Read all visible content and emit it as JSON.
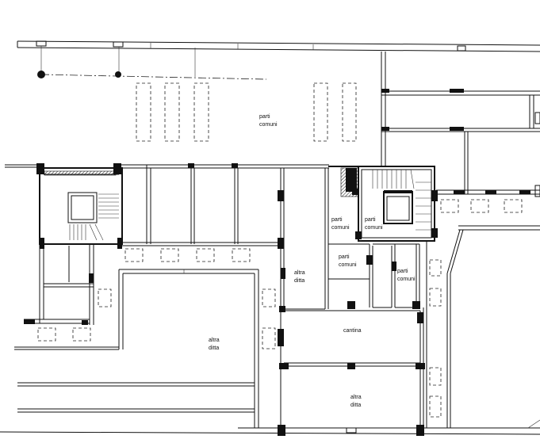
{
  "rooms": [
    {
      "id": "parti-comuni-top",
      "lines": [
        "parti",
        "comuni"
      ]
    },
    {
      "id": "parti-comuni-stair",
      "lines": [
        "parti",
        "comuni"
      ]
    },
    {
      "id": "parti-comuni-mid",
      "lines": [
        "parti",
        "comuni"
      ]
    },
    {
      "id": "parti-comuni-right",
      "lines": [
        "parti",
        "comuni"
      ]
    },
    {
      "id": "altra-ditta-center",
      "lines": [
        "altra",
        "ditta"
      ]
    },
    {
      "id": "altra-ditta-left",
      "lines": [
        "altra",
        "ditta"
      ]
    },
    {
      "id": "cantina",
      "lines": [
        "cantina"
      ]
    },
    {
      "id": "altra-ditta-bottom",
      "lines": [
        "altra",
        "ditta"
      ]
    }
  ]
}
